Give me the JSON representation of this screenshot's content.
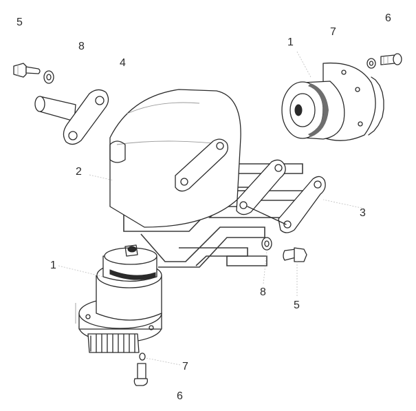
{
  "callouts": {
    "c5_top": "5",
    "c8_top": "8",
    "c4": "4",
    "c1_top": "1",
    "c7_top": "7",
    "c6_top": "6",
    "c2": "2",
    "c3": "3",
    "c1_bottom": "1",
    "c8_bottom": "8",
    "c5_bottom": "5",
    "c7_bottom": "7",
    "c6_bottom": "6"
  },
  "colors": {
    "line": "#2a2a2a",
    "background": "#ffffff",
    "leader": "#bdbdbd"
  }
}
